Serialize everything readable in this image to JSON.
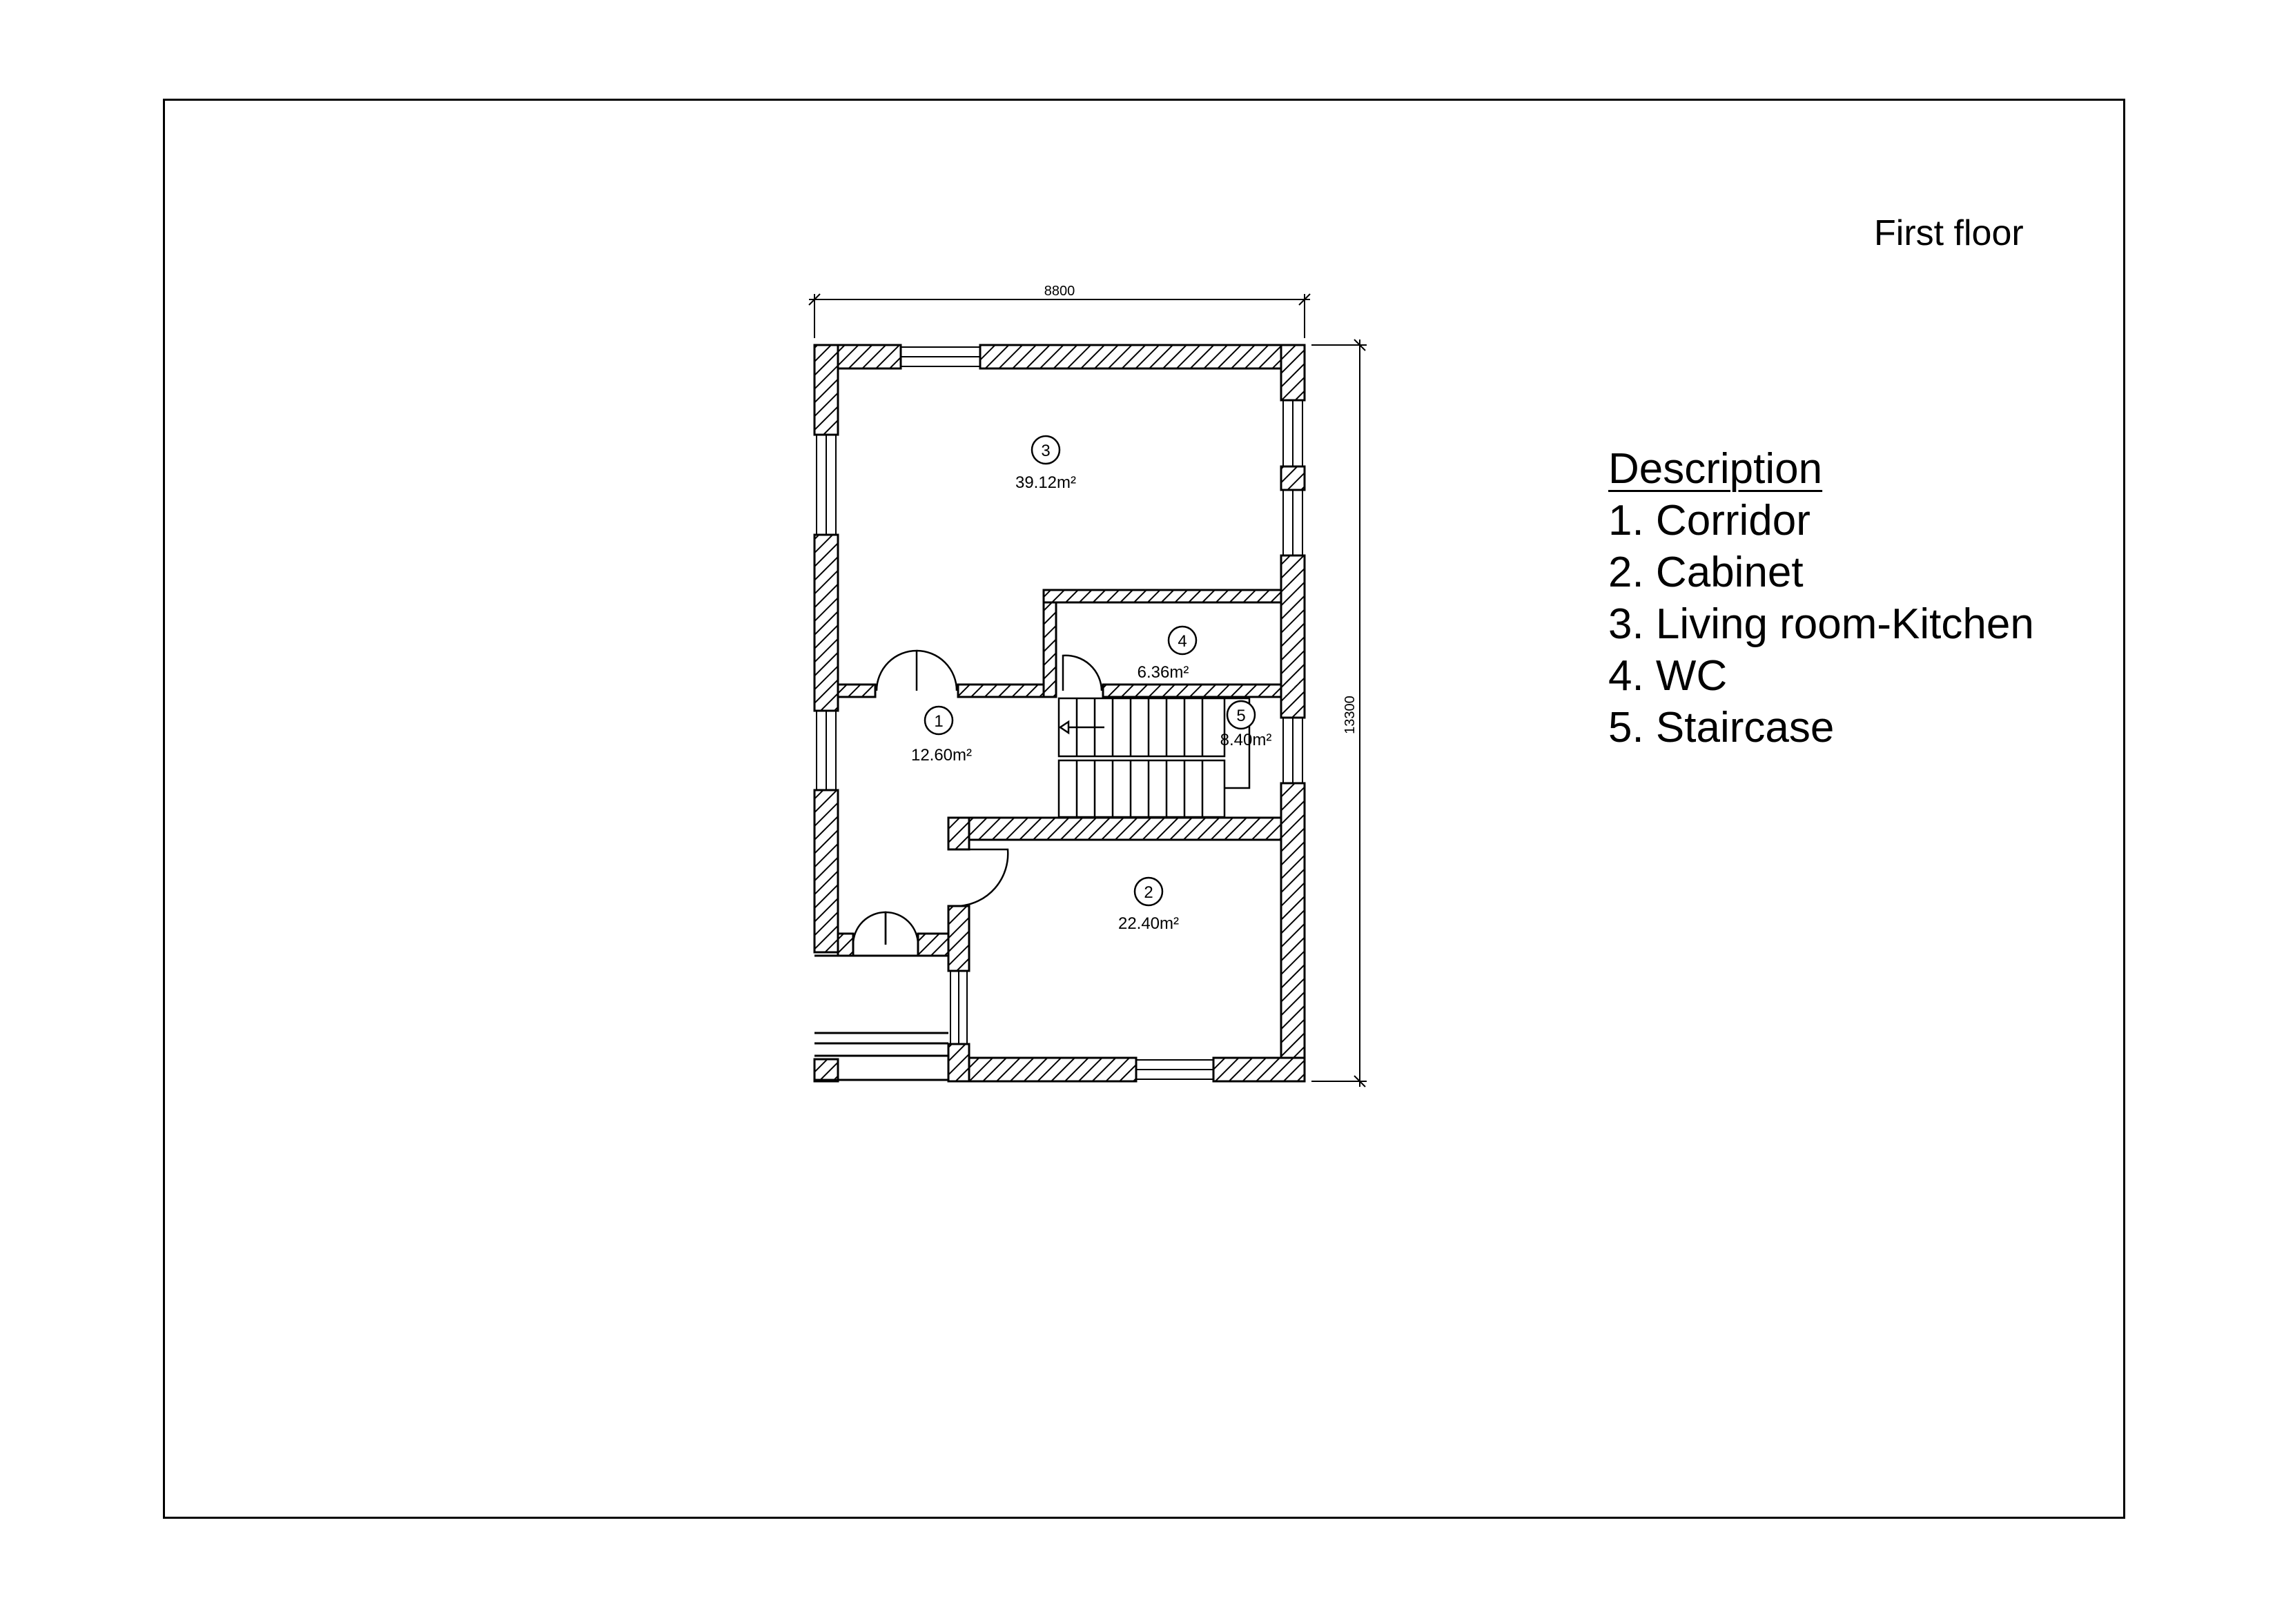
{
  "drawing": {
    "title": "First floor",
    "dimensions": {
      "width": "8800",
      "height": "13300"
    }
  },
  "rooms": [
    {
      "number": "1",
      "area": "12.60m²"
    },
    {
      "number": "2",
      "area": "22.40m²"
    },
    {
      "number": "3",
      "area": "39.12m²"
    },
    {
      "number": "4",
      "area": "6.36m²"
    },
    {
      "number": "5",
      "area": "8.40m²"
    }
  ],
  "legend": {
    "heading": "Description",
    "items": [
      "1. Corridor",
      "2. Cabinet",
      "3. Living room-Kitchen",
      "4. WC",
      "5. Staircase"
    ]
  }
}
